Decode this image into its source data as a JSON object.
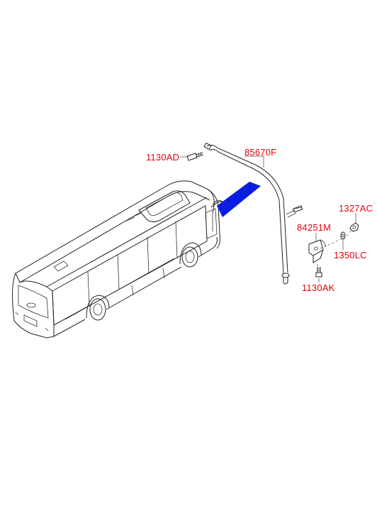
{
  "diagram": {
    "colors": {
      "callout_text": "#e8000b",
      "highlight": "#0a1de0",
      "line": "#222222"
    },
    "callouts": {
      "p1130AD": "1130AD",
      "p85670F": "85670F",
      "p1327AC": "1327AC",
      "p84251M": "84251M",
      "p1350LC": "1350LC",
      "p1130AK": "1130AK"
    }
  }
}
